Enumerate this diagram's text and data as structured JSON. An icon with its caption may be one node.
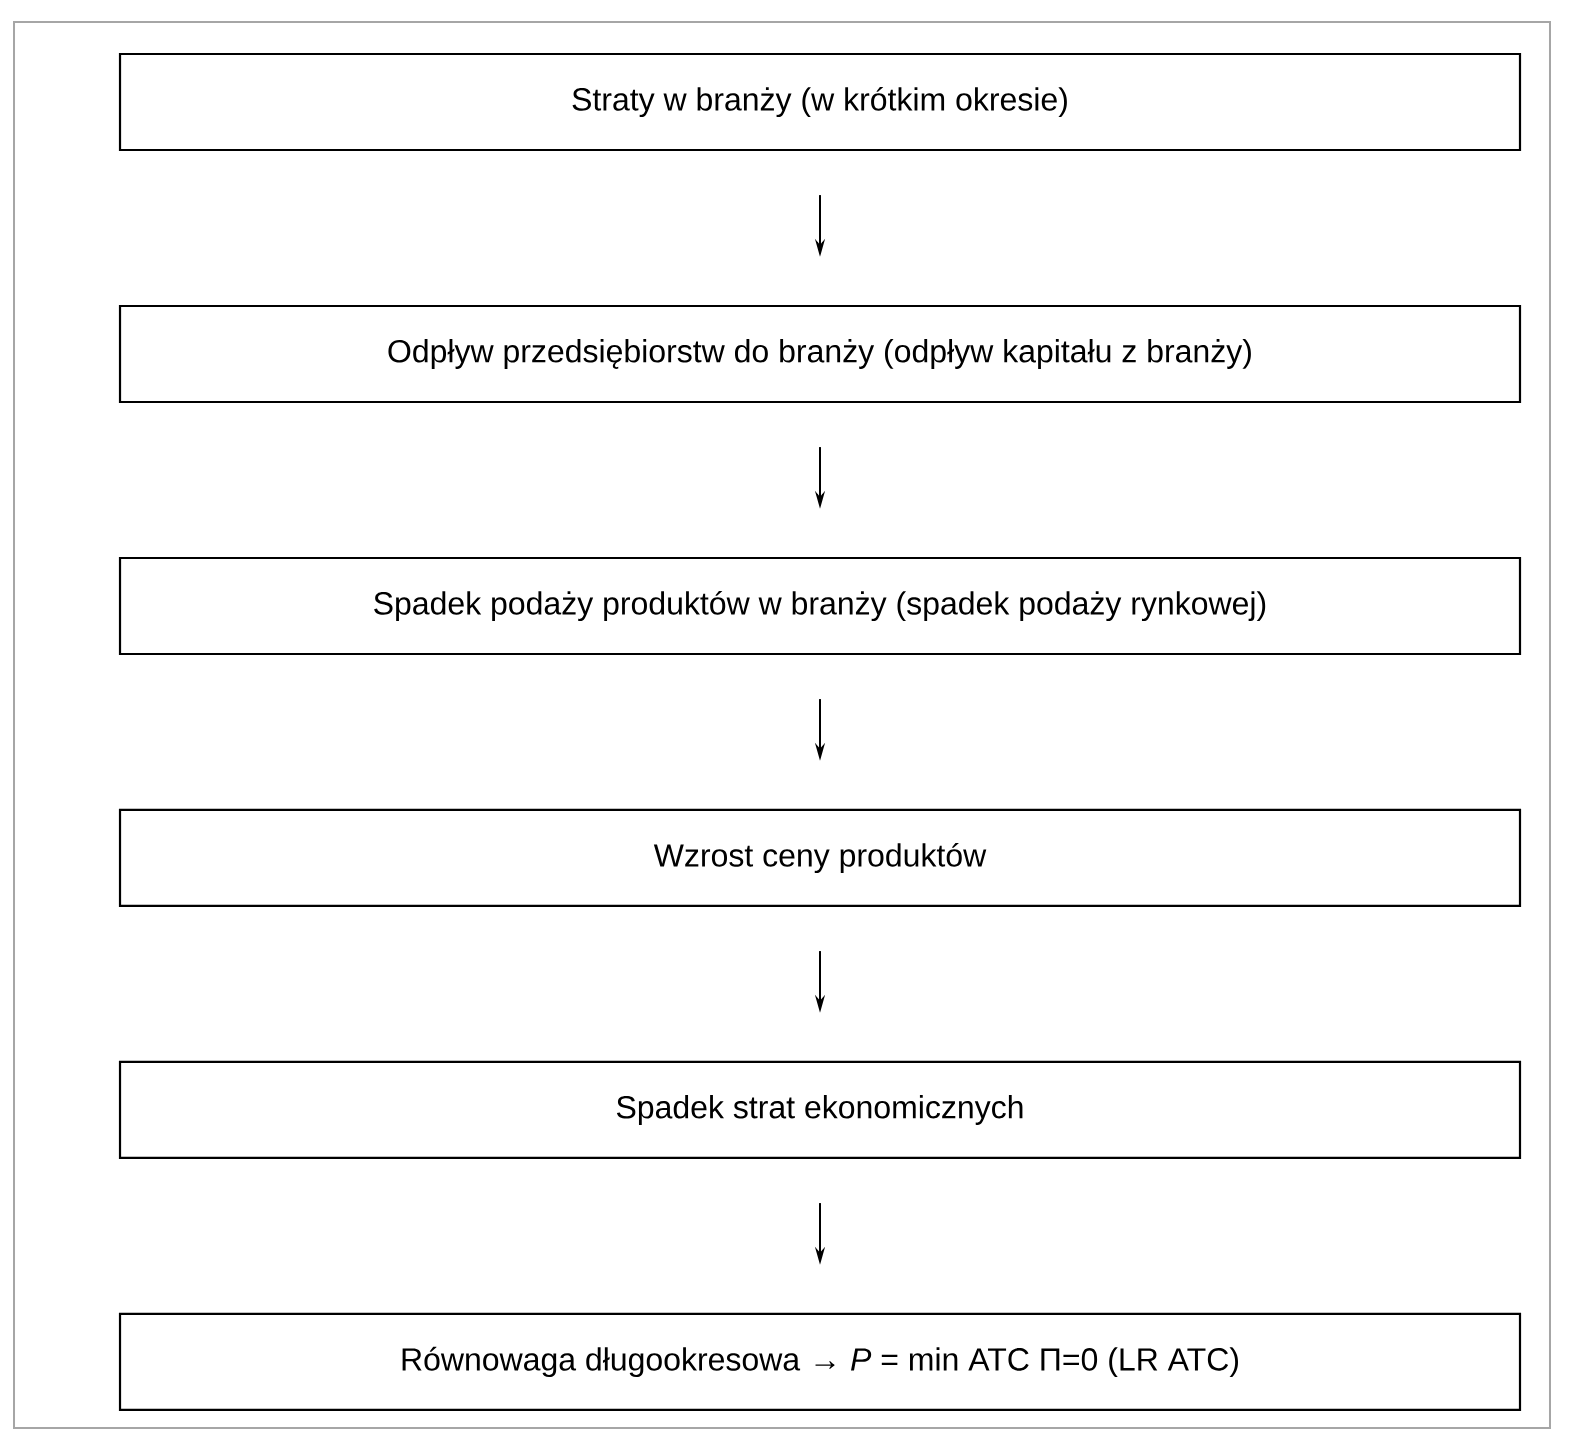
{
  "diagram": {
    "nodes": [
      {
        "text": [
          "Straty w branży (w krótkim okresie)"
        ]
      },
      {
        "text": [
          "Odpływ przedsiębiorstw do branży (odpływ kapitału z branży)"
        ]
      },
      {
        "text": [
          "Spadek podaży produktów w branży (spadek podaży rynkowej)"
        ]
      },
      {
        "text": [
          "Wzrost ceny produktów"
        ]
      },
      {
        "text": [
          "Spadek strat ekonomicznych"
        ]
      },
      {
        "text": [
          "Równowaga długookresowa → *P* = min ATC  Π=0 (LR ATC)"
        ]
      }
    ],
    "edges": [
      {
        "from": 0,
        "to": 1,
        "arrow": "to"
      },
      {
        "from": 1,
        "to": 2,
        "arrow": "to"
      },
      {
        "from": 2,
        "to": 3,
        "arrow": "to"
      },
      {
        "from": 3,
        "to": 4,
        "arrow": "to"
      },
      {
        "from": 4,
        "to": 5,
        "arrow": "to"
      }
    ]
  }
}
